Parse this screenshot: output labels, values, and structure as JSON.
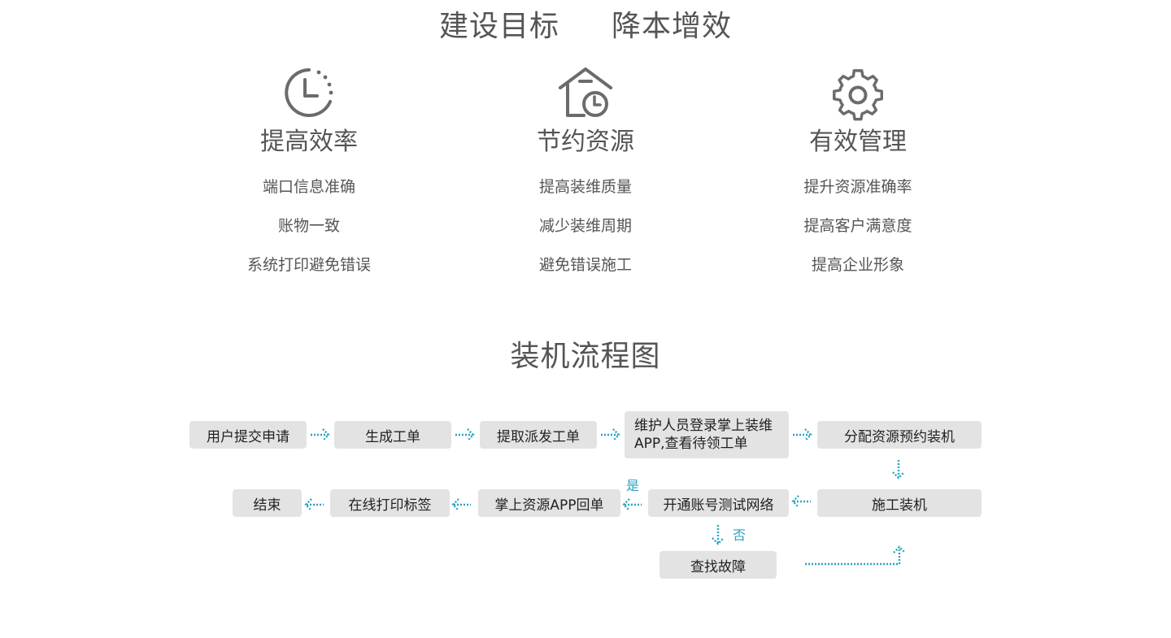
{
  "header": {
    "title_part1": "建设目标",
    "title_part2": "降本增效"
  },
  "goals": [
    {
      "icon": "clock-icon",
      "heading": "提高效率",
      "items": [
        "端口信息准确",
        "账物一致",
        "系统打印避免错误"
      ]
    },
    {
      "icon": "house-clock-icon",
      "heading": "节约资源",
      "items": [
        "提高装维质量",
        "减少装维周期",
        "避免错误施工"
      ]
    },
    {
      "icon": "gear-icon",
      "heading": "有效管理",
      "items": [
        "提升资源准确率",
        "提高客户满意度",
        "提高企业形象"
      ]
    }
  ],
  "flow": {
    "title": "装机流程图",
    "nodes": {
      "n1": "用户提交申请",
      "n2": "生成工单",
      "n3": "提取派发工单",
      "n4_line1": "维护人员登录掌上装维",
      "n4_line2": "APP,查看待领工单",
      "n5": "分配资源预约装机",
      "n6": "施工装机",
      "n7": "开通账号测试网络",
      "n8": "掌上资源APP回单",
      "n9": "在线打印标签",
      "n10": "结束",
      "n11": "查找故障"
    },
    "labels": {
      "yes": "是",
      "no": "否"
    },
    "colors": {
      "arrow": "#2aa3bf",
      "node_bg": "#e3e3e3",
      "icon_stroke": "#6b6b6b"
    }
  }
}
